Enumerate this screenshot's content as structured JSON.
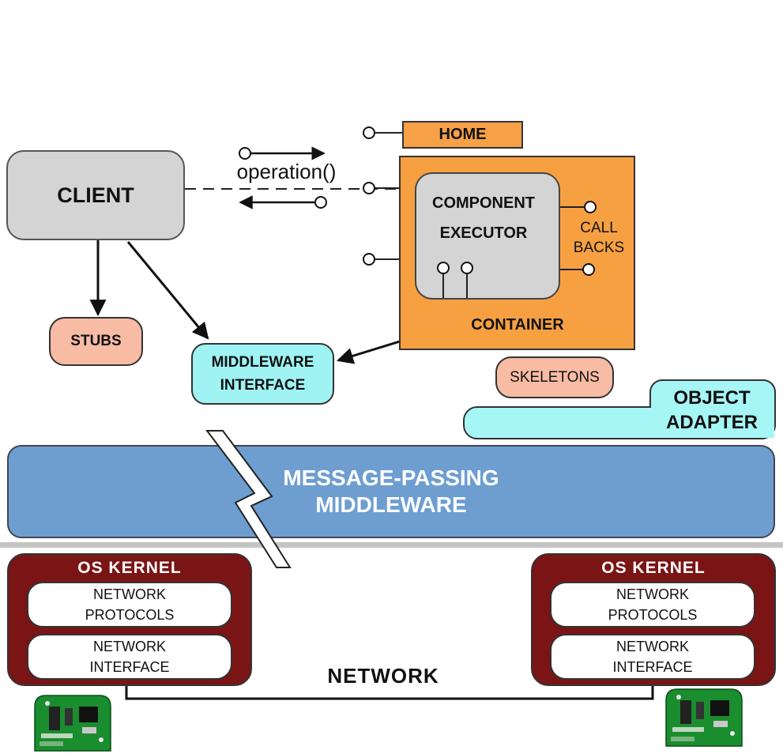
{
  "client": {
    "label": "CLIENT"
  },
  "operation": {
    "label": "operation()"
  },
  "home": {
    "label": "HOME"
  },
  "component_executor": {
    "line1": "COMPONENT",
    "line2": "EXECUTOR"
  },
  "callbacks": {
    "line1": "CALL",
    "line2": "BACKS"
  },
  "container": {
    "label": "CONTAINER"
  },
  "stubs": {
    "label": "STUBS"
  },
  "middleware_interface": {
    "line1": "MIDDLEWARE",
    "line2": "INTERFACE"
  },
  "skeletons": {
    "label": "SKELETONS"
  },
  "object_adapter": {
    "line1": "OBJECT",
    "line2": "ADAPTER"
  },
  "message_passing": {
    "line1": "MESSAGE-PASSING",
    "line2": "MIDDLEWARE"
  },
  "os_left": {
    "title": "OS KERNEL",
    "protocols": {
      "line1": "NETWORK",
      "line2": "PROTOCOLS"
    },
    "interface": {
      "line1": "NETWORK",
      "line2": "INTERFACE"
    }
  },
  "os_right": {
    "title": "OS KERNEL",
    "protocols": {
      "line1": "NETWORK",
      "line2": "PROTOCOLS"
    },
    "interface": {
      "line1": "NETWORK",
      "line2": "INTERFACE"
    }
  },
  "network": {
    "label": "NETWORK"
  },
  "icons": {
    "network_card": "network-card-icon",
    "port": "port-icon"
  },
  "colors": {
    "client": "#d4d4d4",
    "container": "#f7a042",
    "stubs": "#f8bca4",
    "middleware_interface": "#9ff3f3",
    "message_passing": "#6e9ed0",
    "os_kernel": "#7b1414"
  }
}
